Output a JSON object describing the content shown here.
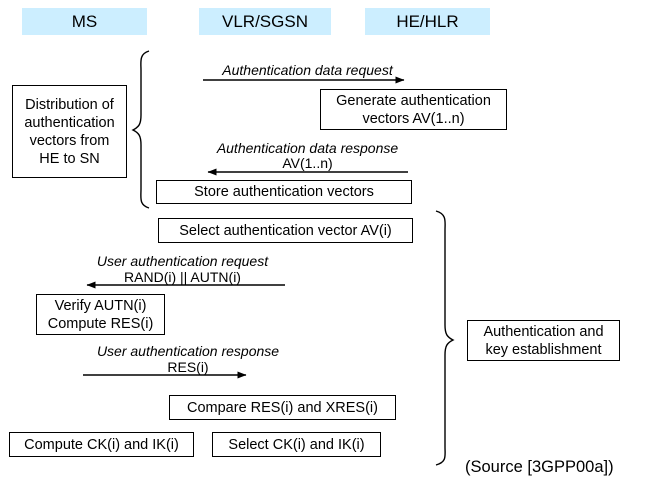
{
  "diagram": {
    "title_source": "(Source [3GPP00a])",
    "accent_header_color": "#cceeff",
    "line_color": "#000000",
    "lanes": [
      {
        "id": "ms",
        "label": "MS"
      },
      {
        "id": "vlr",
        "label": "VLR/SGSN"
      },
      {
        "id": "he",
        "label": "HE/HLR"
      }
    ],
    "phases": [
      {
        "id": "distribution",
        "label": "Distribution of\nauthentication\nvectors from\nHE to SN",
        "lines": [
          "Distribution of",
          "authentication",
          "vectors from",
          "HE to SN"
        ]
      },
      {
        "id": "auth-key",
        "label": "Authentication and key establishment",
        "lines": [
          "Authentication and",
          "key establishment"
        ]
      }
    ],
    "messages": [
      {
        "id": "auth-data-request",
        "primary": "Authentication data request",
        "secondary": "",
        "direction": "right"
      },
      {
        "id": "auth-data-response",
        "primary": "Authentication data response",
        "secondary": "AV(1..n)",
        "direction": "left"
      },
      {
        "id": "user-auth-request",
        "primary": "User authentication request",
        "secondary": "RAND(i) || AUTN(i)",
        "direction": "left"
      },
      {
        "id": "user-auth-response",
        "primary": "User authentication response",
        "secondary": "RES(i)",
        "direction": "right"
      }
    ],
    "actions": [
      {
        "id": "generate-av",
        "lines": [
          "Generate authentication",
          "vectors AV(1..n)"
        ],
        "lane": "he"
      },
      {
        "id": "store-av",
        "lines": [
          "Store authentication vectors"
        ],
        "lane": "vlr"
      },
      {
        "id": "select-av",
        "lines": [
          "Select authentication vector AV(i)"
        ],
        "lane": "vlr"
      },
      {
        "id": "verify-autn",
        "lines": [
          "Verify AUTN(i)",
          "Compute RES(i)"
        ],
        "lane": "ms"
      },
      {
        "id": "compare-res",
        "lines": [
          "Compare RES(i) and XRES(i)"
        ],
        "lane": "vlr"
      },
      {
        "id": "compute-keys",
        "lines": [
          "Compute CK(i) and IK(i)"
        ],
        "lane": "ms"
      },
      {
        "id": "select-keys",
        "lines": [
          "Select CK(i) and IK(i)"
        ],
        "lane": "vlr"
      }
    ]
  }
}
